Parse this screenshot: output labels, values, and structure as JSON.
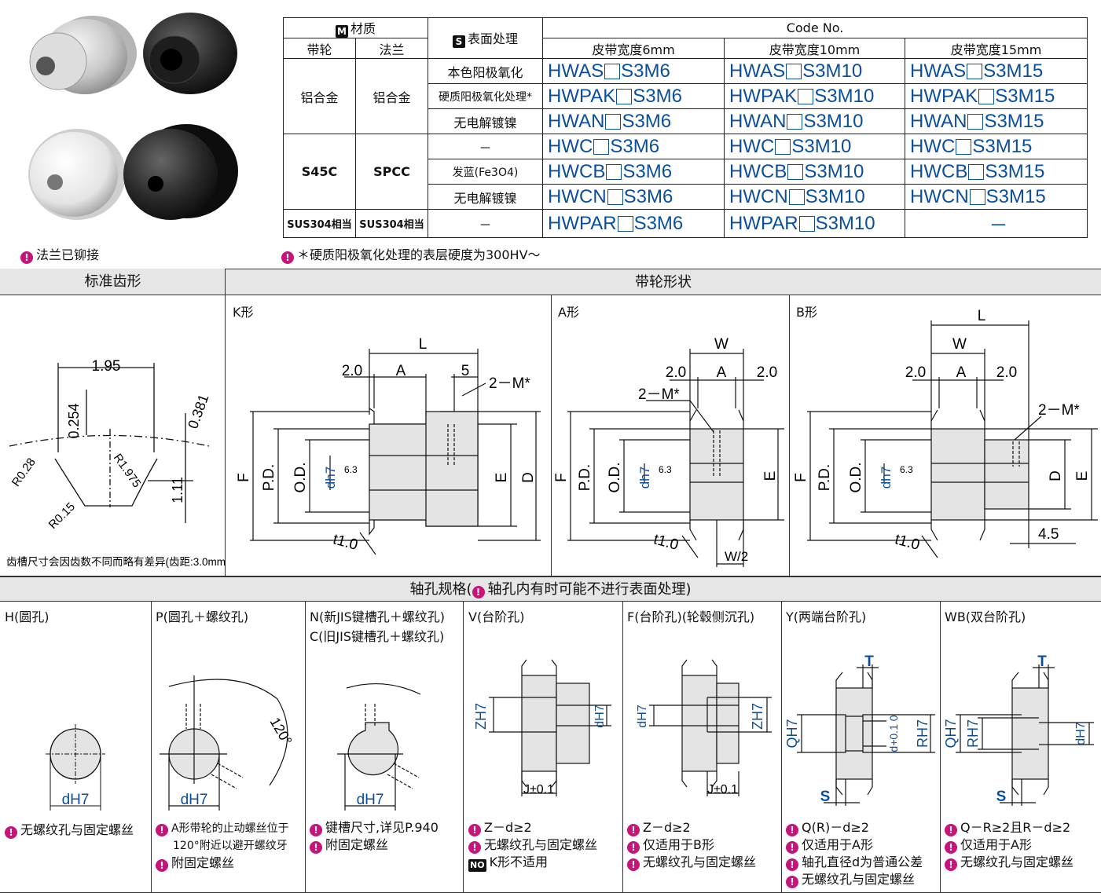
{
  "photo_caption": "法兰已铆接",
  "table": {
    "material_label": "材质",
    "material_badge": "M",
    "pulley": "带轮",
    "flange": "法兰",
    "surface_label": "表面处理",
    "surface_badge": "S",
    "code_no": "Code No.",
    "w6": "皮带宽度6mm",
    "w10": "皮带宽度10mm",
    "w15": "皮带宽度15mm",
    "al": "铝合金",
    "s45c": "S45C",
    "spcc": "SPCC",
    "sus": "SUS304相当",
    "treat": [
      "本色阳极氧化",
      "硬质阳极氧化处理*",
      "无电解镀镍",
      "－",
      "发蓝(Fe3O4)",
      "无电解镀镍",
      "－"
    ],
    "rows": [
      [
        [
          "HWAS",
          "S3M6"
        ],
        [
          "HWAS",
          "S3M10"
        ],
        [
          "HWAS",
          "S3M15"
        ]
      ],
      [
        [
          "HWPAK",
          "S3M6"
        ],
        [
          "HWPAK",
          "S3M10"
        ],
        [
          "HWPAK",
          "S3M15"
        ]
      ],
      [
        [
          "HWAN",
          "S3M6"
        ],
        [
          "HWAN",
          "S3M10"
        ],
        [
          "HWAN",
          "S3M15"
        ]
      ],
      [
        [
          "HWC",
          "S3M6"
        ],
        [
          "HWC",
          "S3M10"
        ],
        [
          "HWC",
          "S3M15"
        ]
      ],
      [
        [
          "HWCB",
          "S3M6"
        ],
        [
          "HWCB",
          "S3M10"
        ],
        [
          "HWCB",
          "S3M15"
        ]
      ],
      [
        [
          "HWCN",
          "S3M6"
        ],
        [
          "HWCN",
          "S3M10"
        ],
        [
          "HWCN",
          "S3M15"
        ]
      ],
      [
        [
          "HWPAR",
          "S3M6"
        ],
        [
          "HWPAR",
          "S3M10"
        ],
        [
          "－",
          ""
        ]
      ]
    ]
  },
  "table_note": "＊硬质阳极氧化处理的表层硬度为300HV～",
  "tooth": {
    "title": "标准齿形",
    "pitch": "1.95",
    "d1": "0.254",
    "d2": "0.381",
    "r028": "R0.28",
    "r1975": "R1.975",
    "r015": "R0.15",
    "h111": "1.11",
    "note": "齿槽尺寸会因齿数不同而略有差异(齿距:3.0mm)"
  },
  "shape": {
    "title": "带轮形状",
    "k": "K形",
    "a": "A形",
    "b": "B形"
  },
  "dims": {
    "L": "L",
    "A": "A",
    "W": "W",
    "d20": "2.0",
    "five": "5",
    "M": "2－M*",
    "F": "F",
    "PD": "P.D.",
    "OD": "O.D.",
    "dh7": "dh7",
    "ra": "6.3",
    "E": "E",
    "D": "D",
    "t10": "t1.0",
    "W2": "W/2",
    "four5": "4.5"
  },
  "bore": {
    "title": "轴孔规格(",
    "title_note": "轴孔内有时可能不进行表面处理)",
    "h": "H(圆孔)",
    "p": "P(圆孔＋螺纹孔)",
    "n": "N(新JIS键槽孔＋螺纹孔)",
    "c": "C(旧JIS键槽孔＋螺纹孔)",
    "v": "V(台阶孔)",
    "f": "F(台阶孔)(轮毂侧沉孔)",
    "y": "Y(两端台阶孔)",
    "wb": "WB(双台阶孔)",
    "angle": "120°",
    "dH7": "dH7",
    "ZH7": "ZH7",
    "J01": "J±0.1",
    "T": "T",
    "S": "S",
    "QH7": "QH7",
    "RH7": "RH7",
    "dtol": "d+0.1 0"
  },
  "bore_notes": {
    "h": [
      "无螺纹孔与固定螺丝"
    ],
    "p": [
      "A形带轮的止动螺丝位于",
      "120°附近以避开螺纹牙",
      "附固定螺丝"
    ],
    "n": [
      "键槽尺寸,详见P.940",
      "附固定螺丝"
    ],
    "v": [
      "Z－d≥2",
      "无螺纹孔与固定螺丝",
      "K形不适用"
    ],
    "f": [
      "Z－d≥2",
      "仅适用于B形",
      "无螺纹孔与固定螺丝"
    ],
    "y": [
      "Q(R)－d≥2",
      "仅适用于A形",
      "轴孔直径d为普通公差",
      "无螺纹孔与固定螺丝"
    ],
    "wb": [
      "Q－R≥2且R－d≥2",
      "仅适用于A形",
      "无螺纹孔与固定螺丝"
    ]
  },
  "no_badge": "NO"
}
